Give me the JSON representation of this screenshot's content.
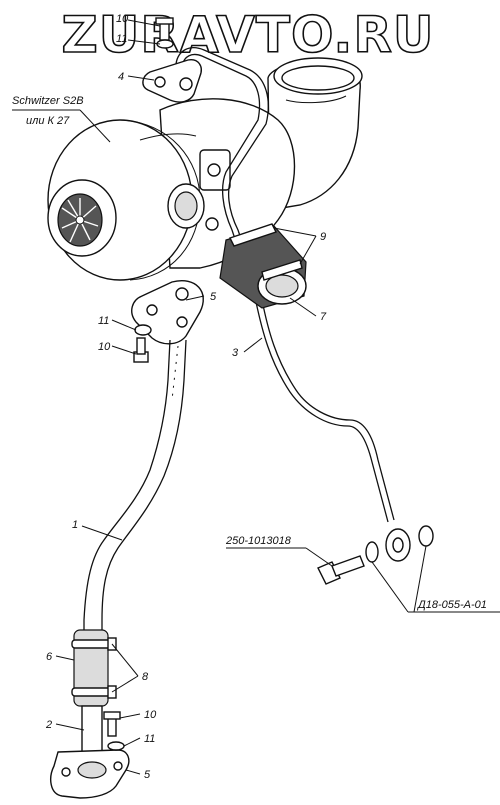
{
  "watermark": "ZURAVTO.RU",
  "turbo_label": {
    "line1": "Schwitzer S2B",
    "line2": "или К 27"
  },
  "callouts": {
    "c10_top": "10",
    "c11_top": "11",
    "c4": "4",
    "c5_top": "5",
    "c11_mid": "11",
    "c10_mid": "10",
    "c9": "9",
    "c7": "7",
    "c3": "3",
    "c1": "1",
    "c6": "6",
    "c8": "8",
    "c2": "2",
    "c10_bot": "10",
    "c11_bot": "11",
    "c5_bot": "5"
  },
  "part_numbers": {
    "bolt": "250-1013018",
    "washer": "Д18-055-А-01"
  }
}
